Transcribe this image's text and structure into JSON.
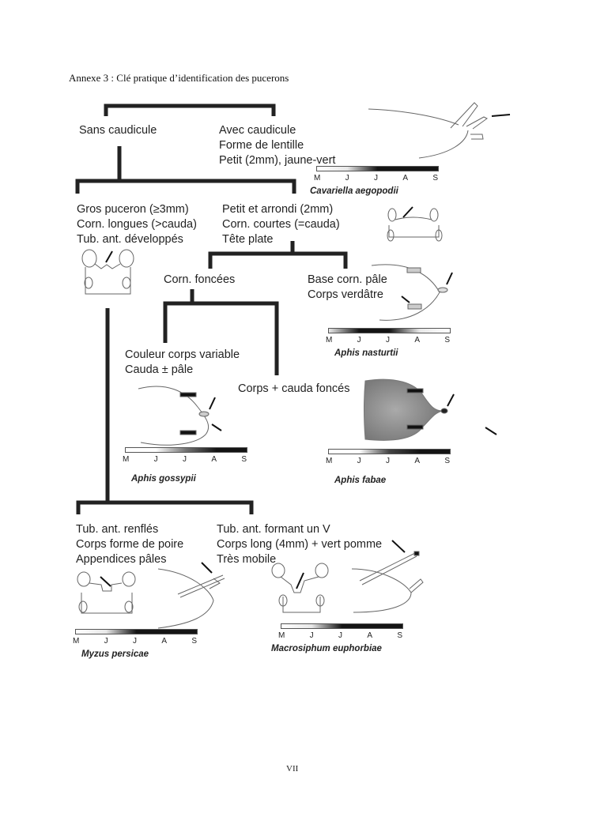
{
  "title": "Annexe 3 : Clé pratique d’identification des pucerons",
  "page_number": "VII",
  "months": [
    "M",
    "J",
    "J",
    "A",
    "S"
  ],
  "nodes": {
    "sans_caudicule": [
      "Sans caudicule"
    ],
    "avec_caudicule": [
      "Avec caudicule",
      "Forme de lentille",
      "Petit (2mm), jaune-vert"
    ],
    "gros_puceron": [
      "Gros puceron (≥3mm)",
      "Corn. longues (>cauda)",
      "Tub. ant. développés"
    ],
    "petit_arrondi": [
      "Petit et arrondi (2mm)",
      "Corn. courtes (=cauda)",
      "Tête plate"
    ],
    "corn_foncees": [
      "Corn. foncées"
    ],
    "base_corn_pale": [
      "Base corn. pâle",
      "Corps verdâtre"
    ],
    "couleur_variable": [
      "Couleur corps variable",
      "Cauda ± pâle"
    ],
    "corps_cauda_fonces": [
      "Corps + cauda foncés"
    ],
    "tub_renfles": [
      "Tub. ant. renflés",
      "Corps forme de poire",
      "Appendices pâles"
    ],
    "tub_v": [
      "Tub. ant. formant un V",
      "Corps long (4mm) + vert pomme",
      "Très mobile"
    ]
  },
  "species": {
    "cavariella": {
      "name": "Cavariella aegopodii",
      "activity": [
        0,
        0.1,
        1,
        1,
        1
      ]
    },
    "nasturtii": {
      "name": "Aphis nasturtii",
      "activity": [
        0.1,
        1,
        1,
        0.1,
        0
      ]
    },
    "gossypii": {
      "name": "Aphis gossypii",
      "activity": [
        0,
        0,
        0.6,
        1,
        1
      ]
    },
    "fabae": {
      "name": "Aphis fabae",
      "activity": [
        0,
        0,
        0.8,
        1,
        1
      ]
    },
    "myzus": {
      "name": "Myzus persicae",
      "activity": [
        0,
        0.1,
        1,
        1,
        1
      ]
    },
    "macrosiphum": {
      "name": "Macrosiphum euphorbiae",
      "activity": [
        0,
        0.1,
        1,
        1,
        1
      ]
    }
  }
}
